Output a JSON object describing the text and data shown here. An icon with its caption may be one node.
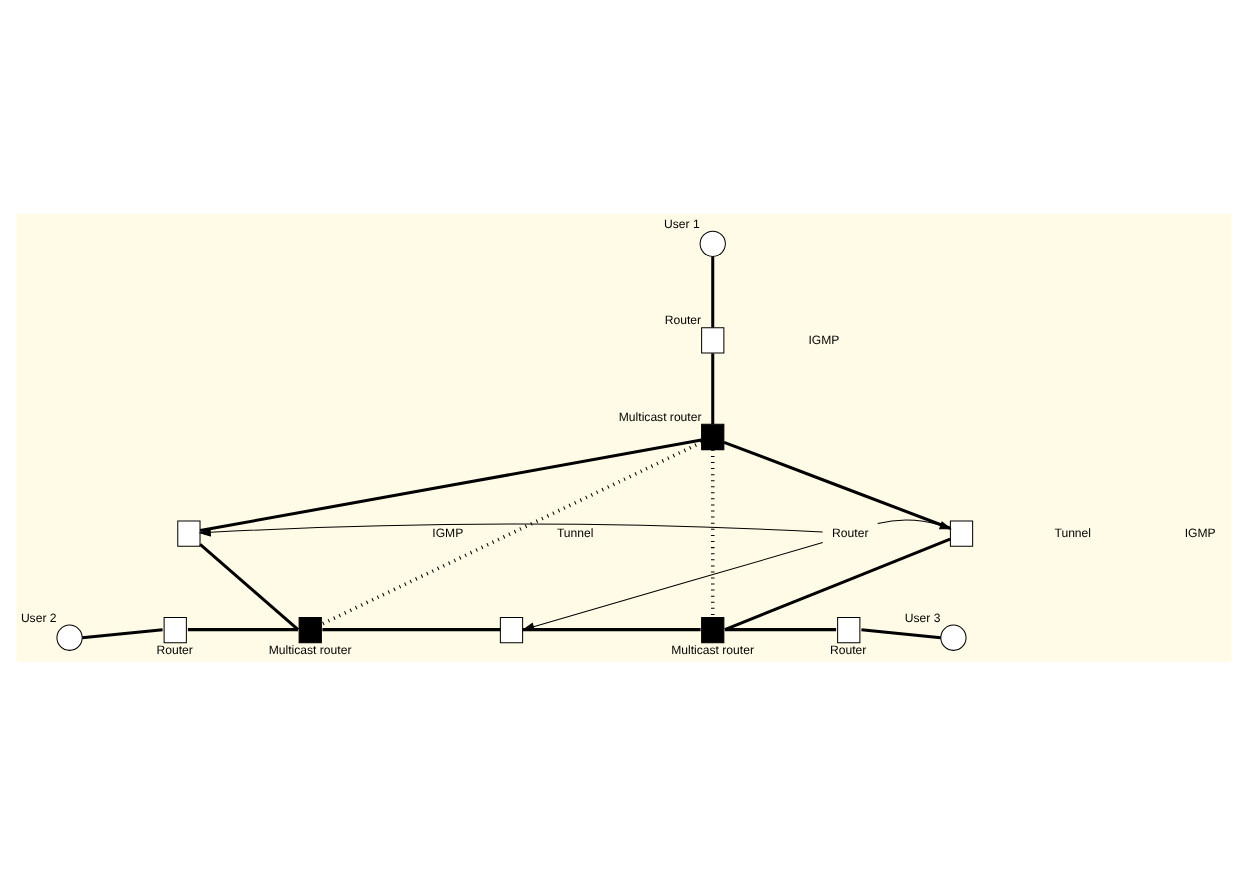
{
  "diagram": {
    "nodes": [
      {
        "text": [],
        "shape": "circle",
        "beside": [
          "User 1"
        ]
      },
      {
        "text": [],
        "shape": "box",
        "beside": [
          "Router"
        ]
      },
      {
        "text": [],
        "shape": "box",
        "beside": [
          "Multicast router"
        ]
      },
      {
        "text": [],
        "shape": "box"
      },
      {
        "text": [],
        "shape": "box"
      },
      {
        "text": [
          "Router"
        ]
      },
      {
        "text": [],
        "shape": "circle",
        "beside": [
          "User 2"
        ]
      },
      {
        "text": [],
        "shape": "box",
        "beside": [
          "Router"
        ]
      },
      {
        "text": [],
        "shape": "box",
        "beside": [
          "Multicast router"
        ]
      },
      {
        "text": [],
        "shape": "box"
      },
      {
        "text": [],
        "shape": "box",
        "beside": [
          "Multicast router"
        ]
      },
      {
        "text": [],
        "shape": "box",
        "beside": [
          "Router"
        ]
      },
      {
        "text": [],
        "shape": "circle",
        "beside": [
          "User 3"
        ]
      }
    ],
    "edges": [
      {
        "from": 0,
        "to": 1,
        "arrow": "none"
      },
      {
        "from": 1,
        "to": 2,
        "arrow": "none"
      },
      {
        "from": 2,
        "to": 3,
        "arrow": "none"
      },
      {
        "from": 3,
        "to": 8,
        "arrow": "none"
      },
      {
        "from": 2,
        "to": 4,
        "arrow": "none"
      },
      {
        "from": 4,
        "to": 10,
        "arrow": "none"
      },
      {
        "from": 2,
        "to": 8,
        "arrow": "none",
        "style": "dashed"
      },
      {
        "from": 2,
        "to": 10,
        "arrow": "none",
        "style": "dashed"
      },
      {
        "from": 6,
        "to": 7,
        "arrow": "none"
      },
      {
        "from": 7,
        "to": 8,
        "arrow": "none"
      },
      {
        "from": 8,
        "to": 9,
        "arrow": "none"
      },
      {
        "from": 9,
        "to": 10,
        "arrow": "none"
      },
      {
        "from": 10,
        "to": 11,
        "arrow": "none"
      },
      {
        "from": 11,
        "to": 12,
        "arrow": "none"
      },
      {
        "from": 5,
        "to": 3,
        "arrow": "to"
      },
      {
        "from": 5,
        "to": 4,
        "arrow": "to"
      },
      {
        "from": 5,
        "to": 9,
        "arrow": "to"
      }
    ],
    "labels": [
      "IGMP",
      "Tunnel",
      "Tunnel",
      "IGMP",
      "IGMP"
    ]
  }
}
